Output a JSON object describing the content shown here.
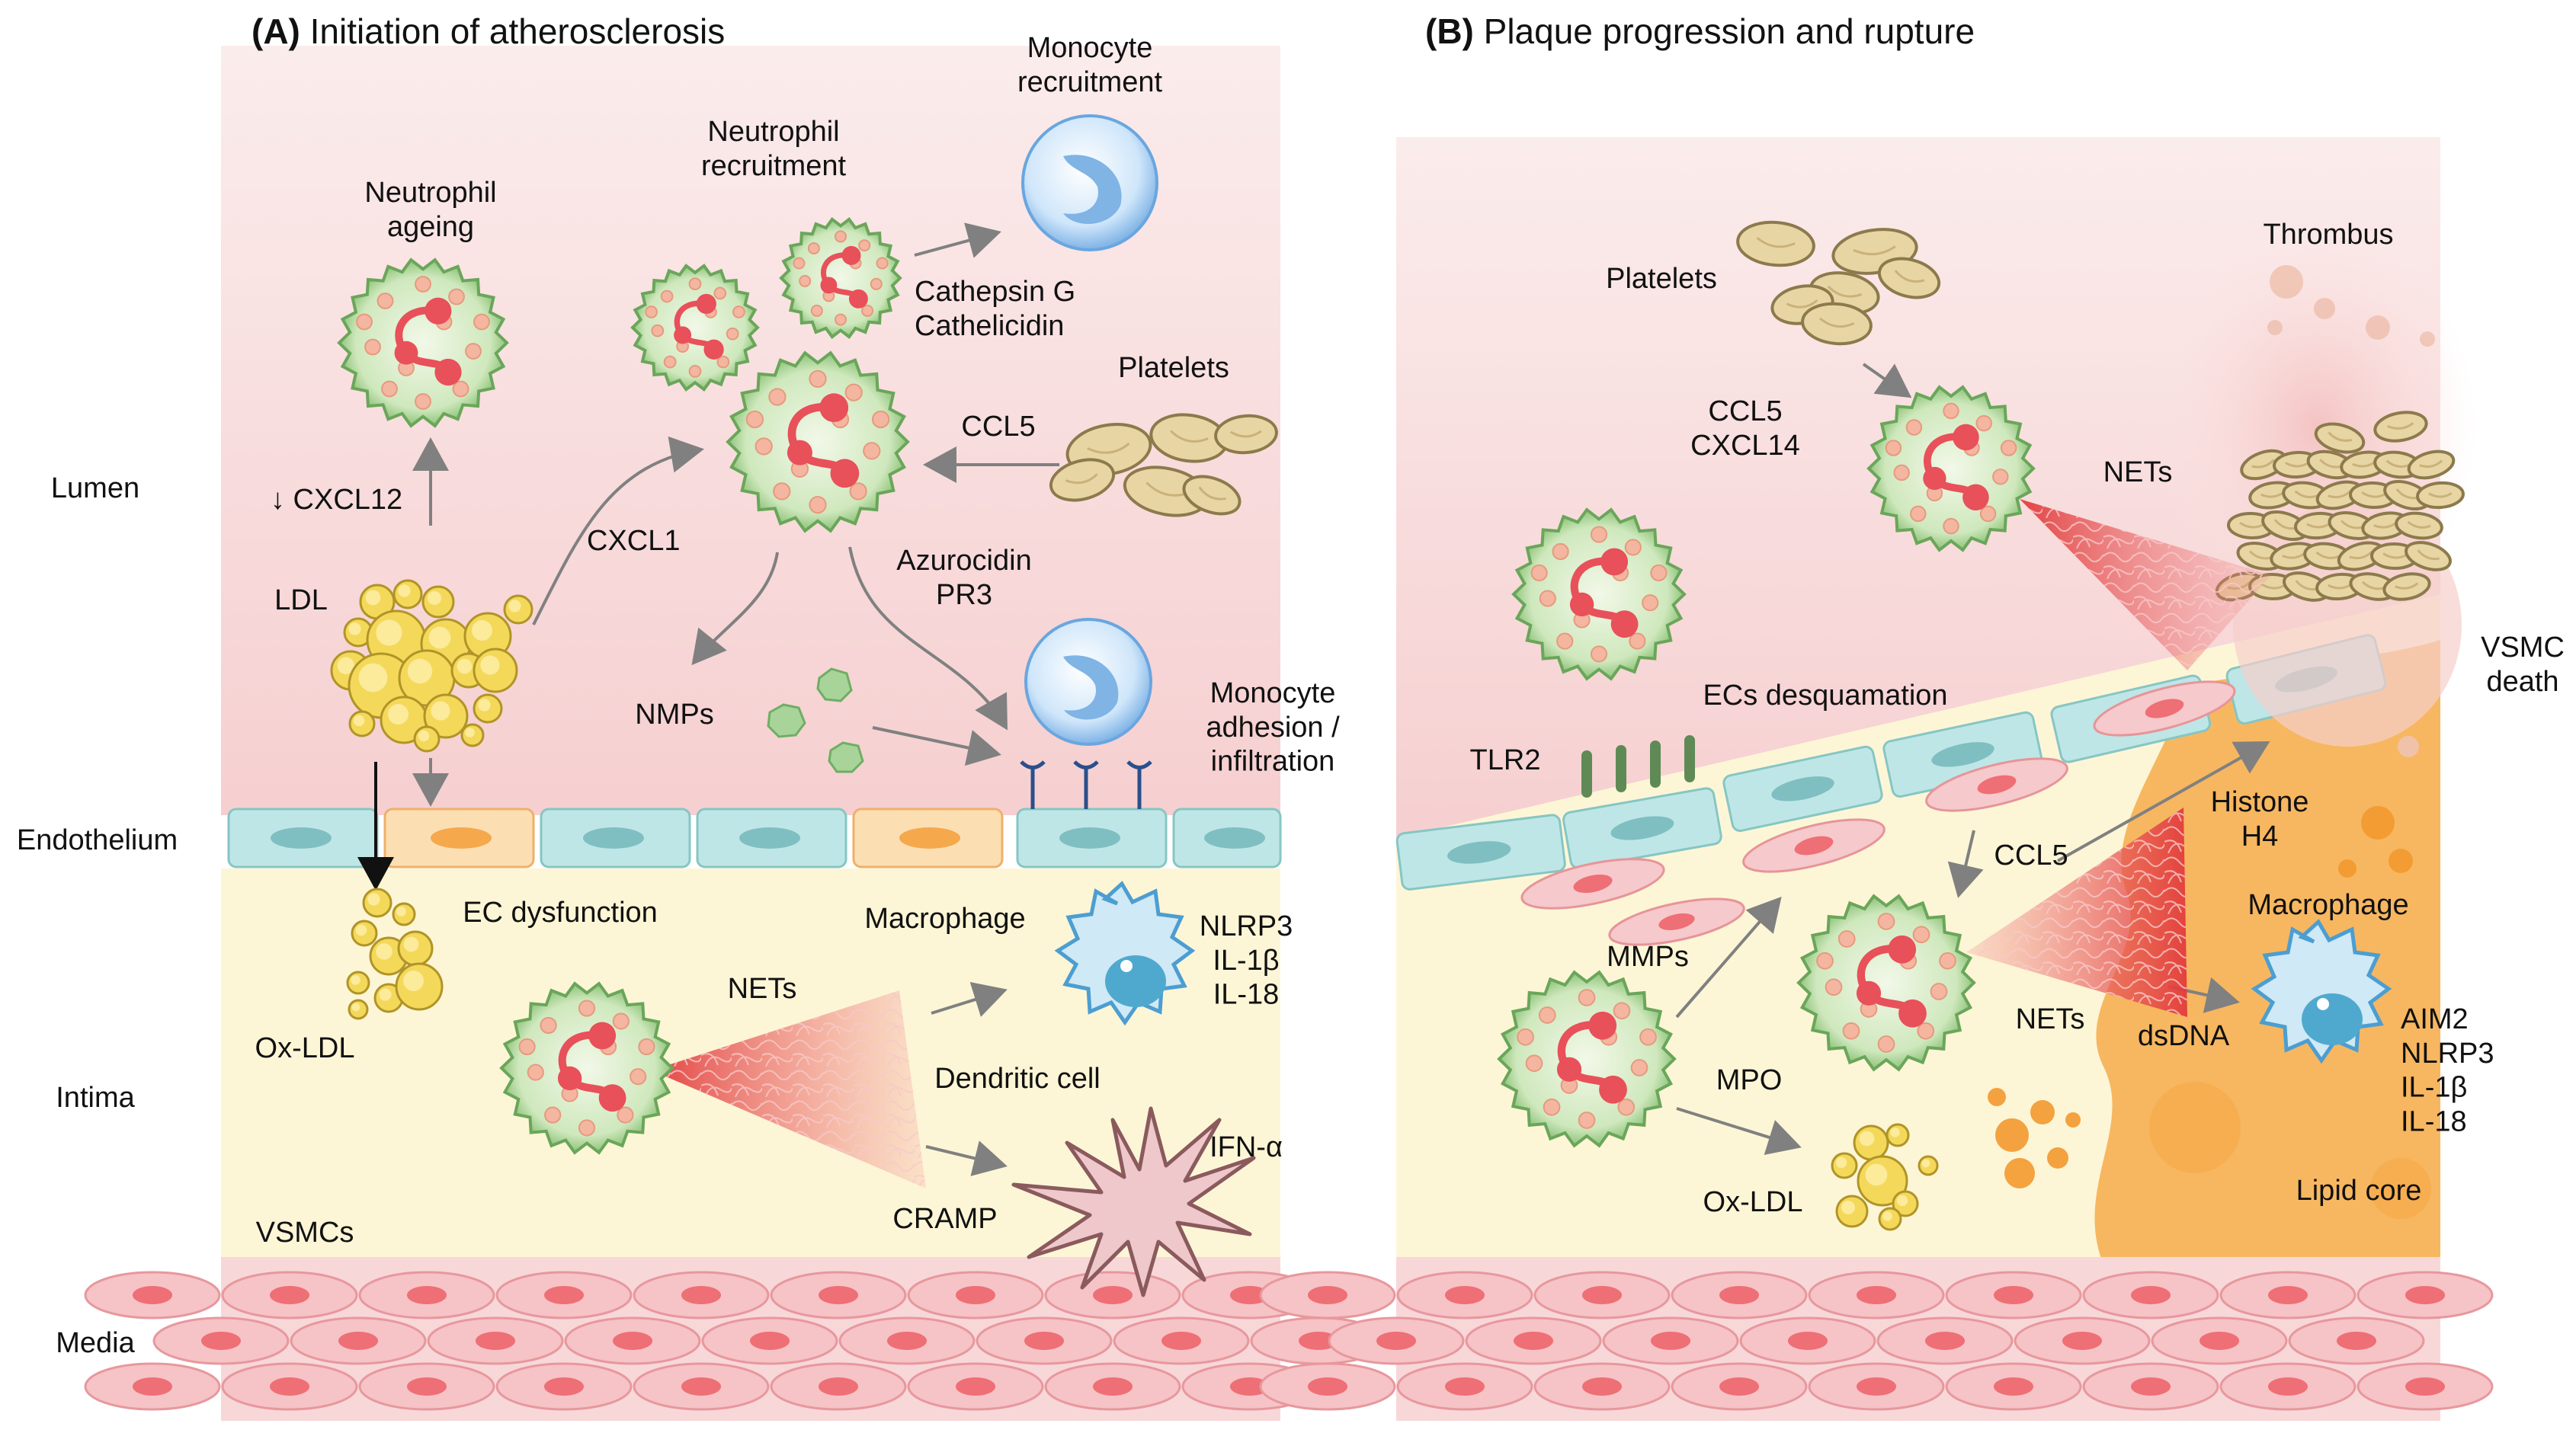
{
  "panel_a": {
    "letter": "(A)",
    "title": "Initiation of atherosclerosis",
    "layers": {
      "lumen": "Lumen",
      "endothelium": "Endothelium",
      "intima": "Intima",
      "media": "Media"
    },
    "labels": {
      "neutrophil_ageing": [
        "Neutrophil",
        "ageing"
      ],
      "neutrophil_recruitment": [
        "Neutrophil",
        "recruitment"
      ],
      "monocyte_recruitment": [
        "Monocyte",
        "recruitment"
      ],
      "cathepsin": [
        "Cathepsin G",
        "Cathelicidin"
      ],
      "platelets": "Platelets",
      "ccl5": "CCL5",
      "cxcl12": "↓ CXCL12",
      "cxcl1": "CXCL1",
      "ldl": "LDL",
      "azurocidin": [
        "Azurocidin",
        "PR3"
      ],
      "nmps": "NMPs",
      "monocyte_adhesion": [
        "Monocyte",
        "adhesion /",
        "infiltration"
      ],
      "ec_dysfunction": "EC dysfunction",
      "ox_ldl": "Ox-LDL",
      "nets": "NETs",
      "macrophage": "Macrophage",
      "nlrp3": [
        "NLRP3",
        "IL-1β",
        "IL-18"
      ],
      "dendritic_cell": "Dendritic cell",
      "ifn": "IFN-α",
      "cramp": "CRAMP",
      "vsmcs": "VSMCs"
    }
  },
  "panel_b": {
    "letter": "(B)",
    "title": "Plaque progression and rupture",
    "labels": {
      "platelets": "Platelets",
      "thrombus": "Thrombus",
      "ccl5_cxcl14": [
        "CCL5",
        "CXCL14"
      ],
      "nets_top": "NETs",
      "vsmc_death": [
        "VSMC",
        "death"
      ],
      "ecs_desquamation": "ECs desquamation",
      "tlr2": "TLR2",
      "histone": [
        "Histone",
        "H4"
      ],
      "ccl5": "CCL5",
      "macrophage": "Macrophage",
      "mmps": "MMPs",
      "nets_bottom": "NETs",
      "dsdna": "dsDNA",
      "aim2": [
        "AIM2",
        "NLRP3",
        "IL-1β",
        "IL-18"
      ],
      "mpo": "MPO",
      "ox_ldl": "Ox-LDL",
      "lipid_core": "Lipid core"
    }
  },
  "colors": {
    "lumen": "#f9dede",
    "intima": "#fdf6d6",
    "media": "#f6c9cc",
    "endothelial": "#bfe6e6",
    "neutrophil": "#b9e0a8",
    "net": "#e04a4a",
    "lipid": "#f5b050",
    "platelet": "#e8d5a4",
    "monocyte": "#bcdcf6",
    "macrophage": "#a8d8ee"
  }
}
